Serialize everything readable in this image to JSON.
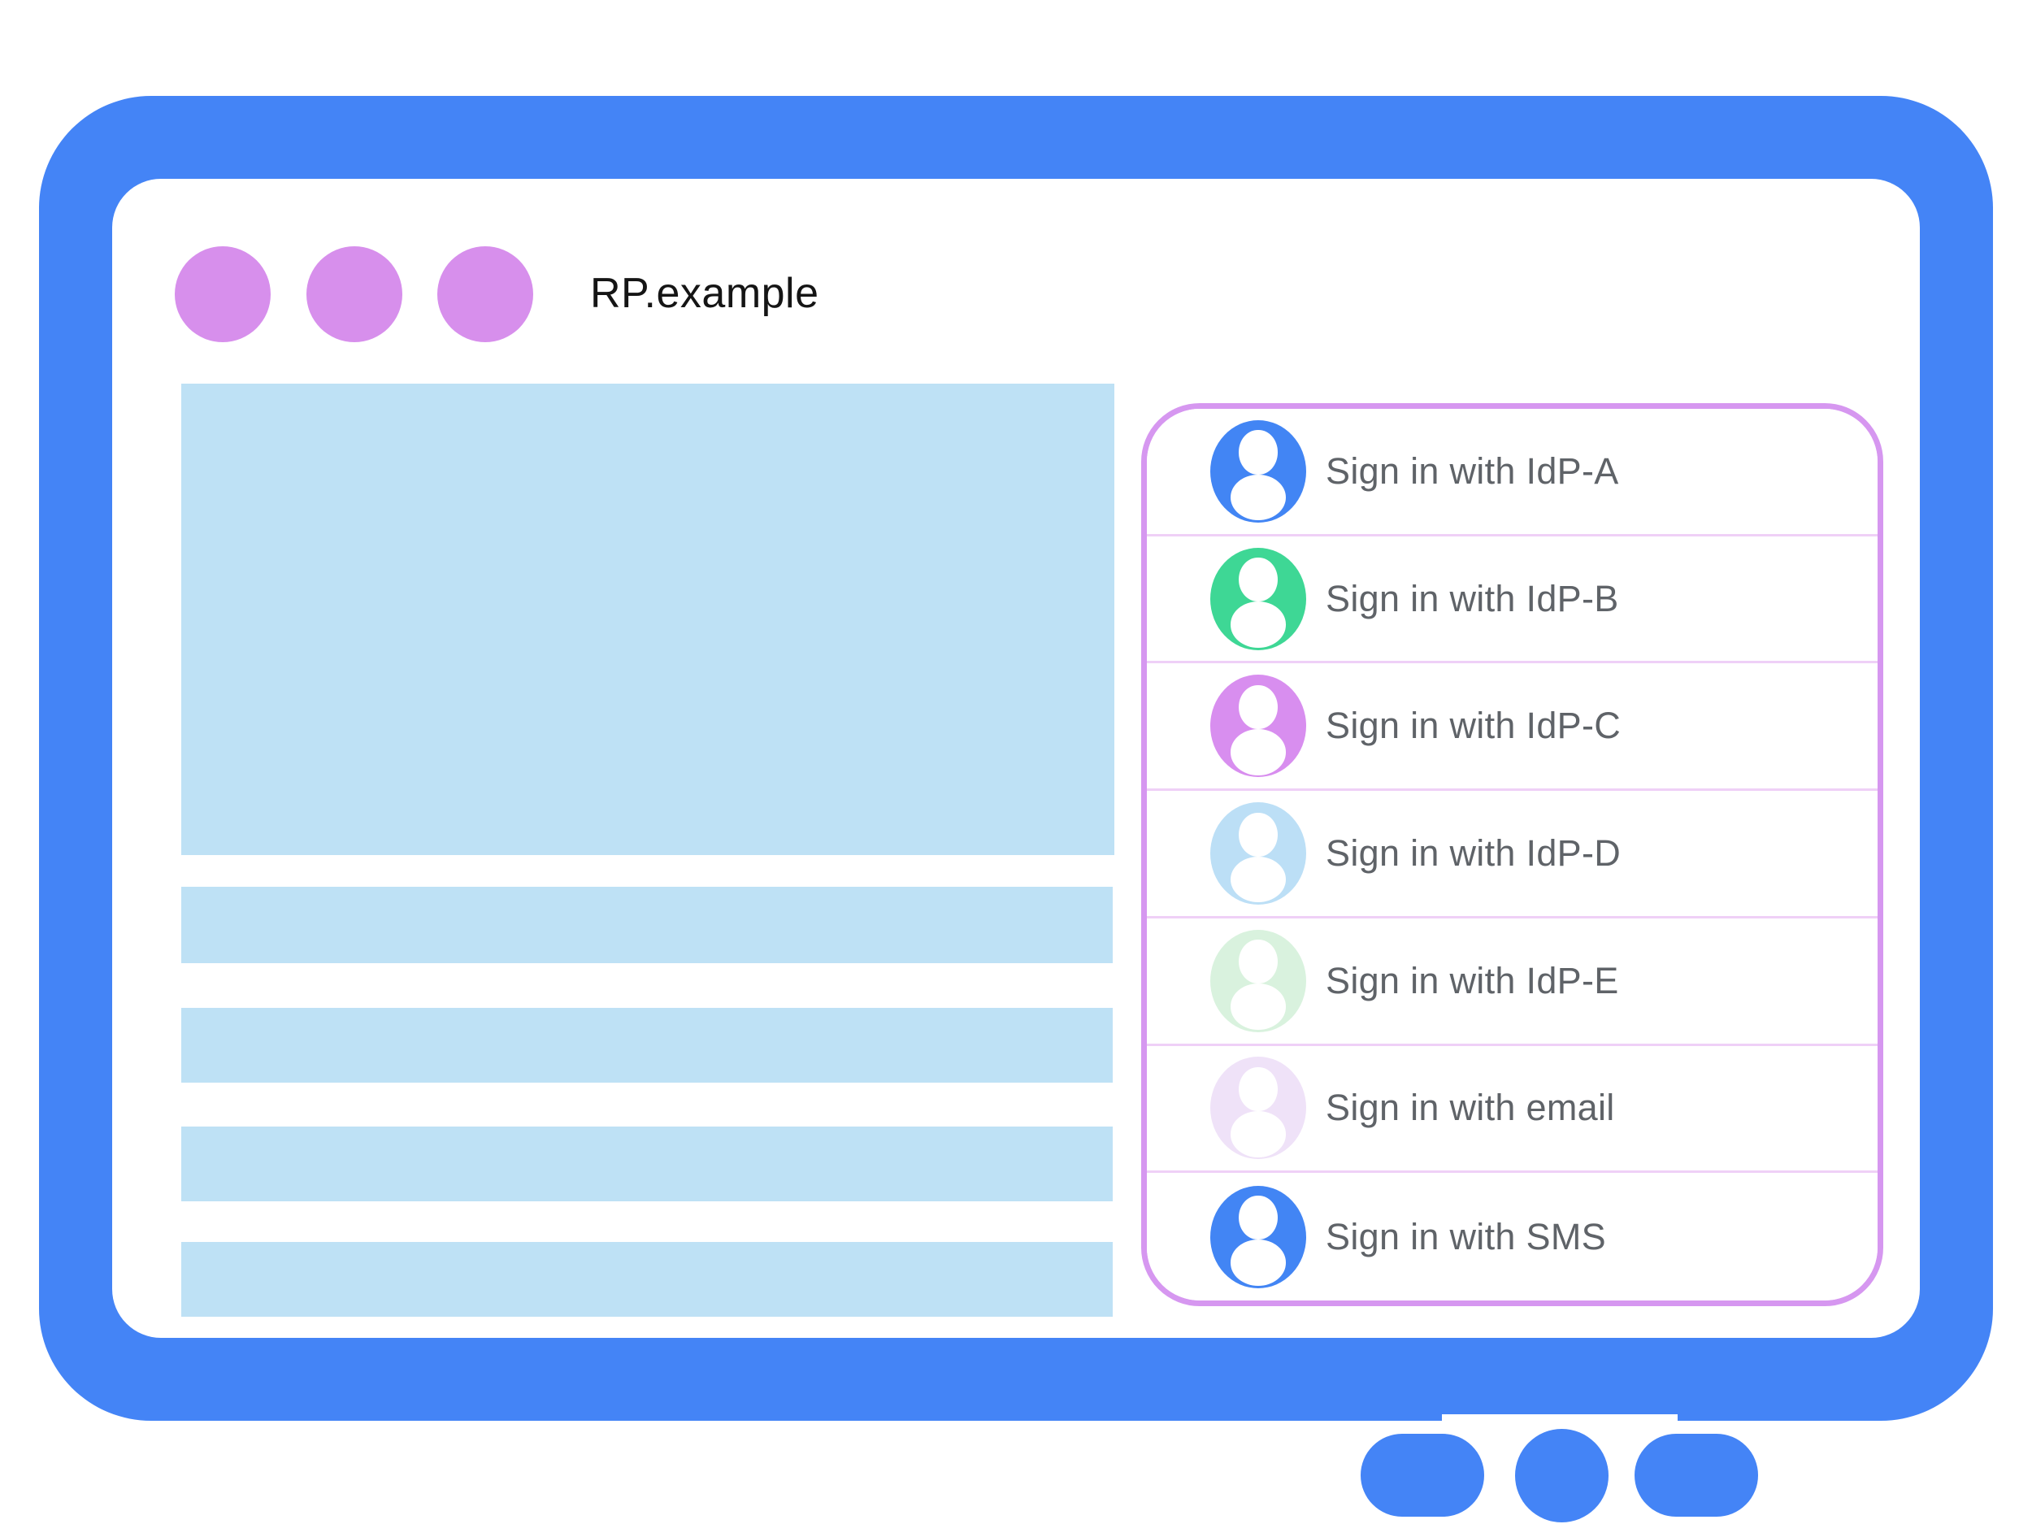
{
  "window": {
    "address": "RP.example",
    "dot_count": 3
  },
  "content_placeholders": {
    "hero_block_count": 1,
    "line_count": 4
  },
  "signin_panel": {
    "items": [
      {
        "label": "Sign in with IdP-A",
        "avatar_color": "#4285F4"
      },
      {
        "label": "Sign in with IdP-B",
        "avatar_color": "#3ED795"
      },
      {
        "label": "Sign in with IdP-C",
        "avatar_color": "#D88EEF"
      },
      {
        "label": "Sign in with IdP-D",
        "avatar_color": "#BCDFF6"
      },
      {
        "label": "Sign in with IdP-E",
        "avatar_color": "#D9F2DE"
      },
      {
        "label": "Sign in with email",
        "avatar_color": "#EFE2F8"
      },
      {
        "label": "Sign in with SMS",
        "avatar_color": "#4285F4"
      }
    ]
  },
  "colors": {
    "frame_blue": "#4484F6",
    "content_blue": "#BEE1F5",
    "dot_purple": "#D78FEC",
    "panel_border": "#D697F0",
    "divider_pink": "#EFD0F7",
    "label_gray": "#5F6368",
    "title_black": "#151515"
  }
}
